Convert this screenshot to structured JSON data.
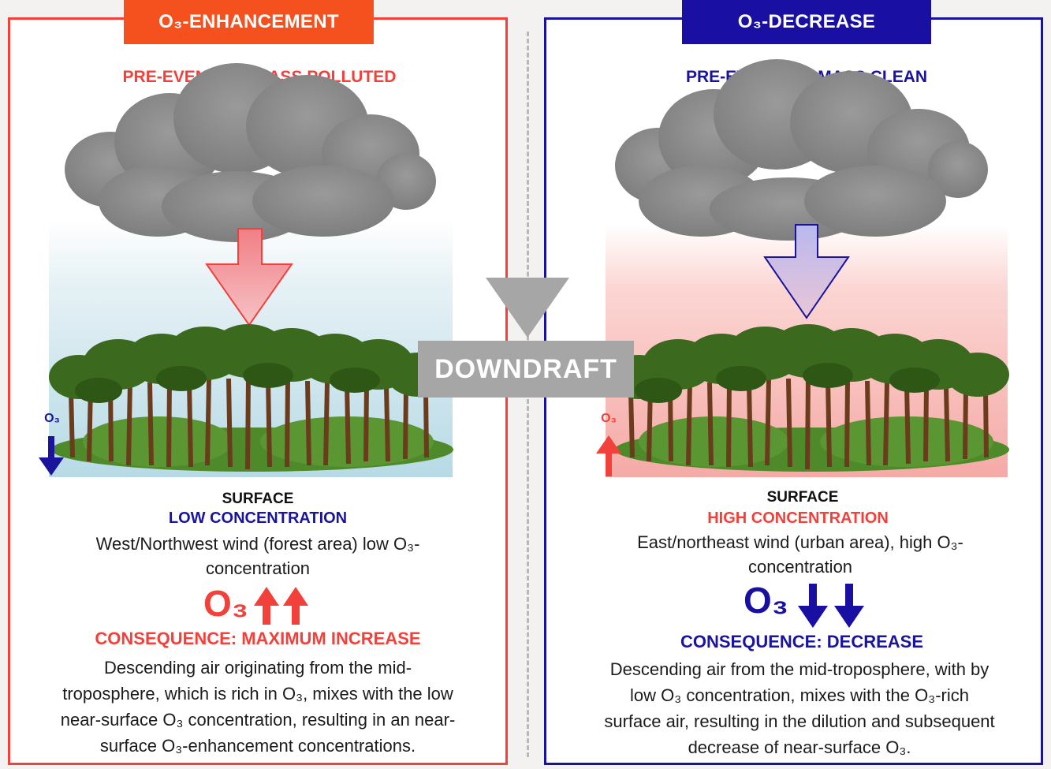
{
  "left": {
    "header": "O₃-ENHANCEMENT",
    "pre_event": "PRE-EVENT AIR MASS POLLUTED",
    "o3_side_label": "O₃",
    "surface": "SURFACE",
    "concentration": "LOW CONCENTRATION",
    "wind_line1": "West/Northwest wind (forest area) low O₃-",
    "wind_line2": "concentration",
    "big_o3": "O₃",
    "consequence": "CONSEQUENCE: MAXIMUM INCREASE",
    "desc_line1": "Descending air originating from the mid-",
    "desc_line2": "troposphere, which is rich in O₃, mixes with the low",
    "desc_line3": "near-surface O₃ concentration, resulting in an near-",
    "desc_line4": "surface O₃-enhancement concentrations."
  },
  "right": {
    "header": "O₃-DECREASE",
    "pre_event": "PRE-EVENT AIR MASS CLEAN",
    "o3_side_label": "O₃",
    "surface": "SURFACE",
    "concentration": "HIGH CONCENTRATION",
    "wind_line1": "East/northeast wind (urban area), high O₃-",
    "wind_line2": "concentration",
    "big_o3": "O₃",
    "consequence": "CONSEQUENCE: DECREASE",
    "desc_line1": "Descending air from the mid-troposphere, with by",
    "desc_line2": "low O₃ concentration, mixes with the O₃-rich",
    "desc_line3": "surface air, resulting in the dilution and subsequent",
    "desc_line4": "decrease of near-surface O₃."
  },
  "center": {
    "label": "DOWNDRAFT"
  },
  "colors": {
    "red": "#f2403a",
    "orange": "#f4511e",
    "blue": "#1a149c",
    "gray": "#a6a6a6",
    "tree": "#3b6a1f"
  }
}
